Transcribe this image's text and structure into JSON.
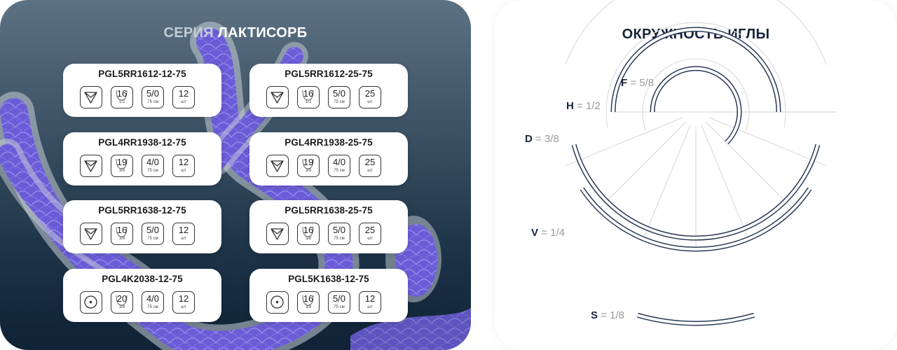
{
  "series": {
    "prefix": "СЕРИЯ",
    "name": "ЛАКТИСОРБ"
  },
  "products": [
    {
      "code": "PGL5RR1612-12-75",
      "point": "reverse-cutting-triangle-icon",
      "size": "16",
      "curve": "1/2",
      "usp": "5/0",
      "length": "75 см",
      "qty": "12",
      "unit": "шт"
    },
    {
      "code": "PGL5RR1612-25-75",
      "point": "reverse-cutting-triangle-icon",
      "size": "16",
      "curve": "1/2",
      "usp": "5/0",
      "length": "75 см",
      "qty": "25",
      "unit": "шт"
    },
    {
      "code": "PGL4RR1938-12-75",
      "point": "reverse-cutting-triangle-icon",
      "size": "19",
      "curve": "3/8",
      "usp": "4/0",
      "length": "75 см",
      "qty": "12",
      "unit": "шт"
    },
    {
      "code": "PGL4RR1938-25-75",
      "point": "reverse-cutting-triangle-icon",
      "size": "19",
      "curve": "3/8",
      "usp": "4/0",
      "length": "75 см",
      "qty": "25",
      "unit": "шт"
    },
    {
      "code": "PGL5RR1638-12-75",
      "point": "reverse-cutting-triangle-icon",
      "size": "16",
      "curve": "3/8",
      "usp": "5/0",
      "length": "75 см",
      "qty": "12",
      "unit": "шт"
    },
    {
      "code": "PGL5RR1638-25-75",
      "point": "reverse-cutting-triangle-icon",
      "size": "16",
      "curve": "3/8",
      "usp": "5/0",
      "length": "75 см",
      "qty": "25",
      "unit": "шт"
    },
    {
      "code": "PGL4K2038-12-75",
      "point": "round-body-circle-icon",
      "size": "20",
      "curve": "3/8",
      "usp": "4/0",
      "length": "75 см",
      "qty": "12",
      "unit": "шт"
    },
    {
      "code": "PGL5K1638-12-75",
      "point": "round-body-circle-icon",
      "size": "16",
      "curve": "3/8",
      "usp": "5/0",
      "length": "75 см",
      "qty": "12",
      "unit": "шт"
    }
  ],
  "circumference": {
    "title": "ОКРУЖНОСТЬ ИГЛЫ",
    "labels": [
      {
        "letter": "F",
        "fraction": "= 5/8"
      },
      {
        "letter": "H",
        "fraction": "= 1/2"
      },
      {
        "letter": "D",
        "fraction": "= 3/8"
      },
      {
        "letter": "V",
        "fraction": "= 1/4"
      },
      {
        "letter": "S",
        "fraction": "= 1/8"
      }
    ]
  },
  "colors": {
    "accent_purple": "#6a5cd6",
    "navy": "#16253a"
  }
}
